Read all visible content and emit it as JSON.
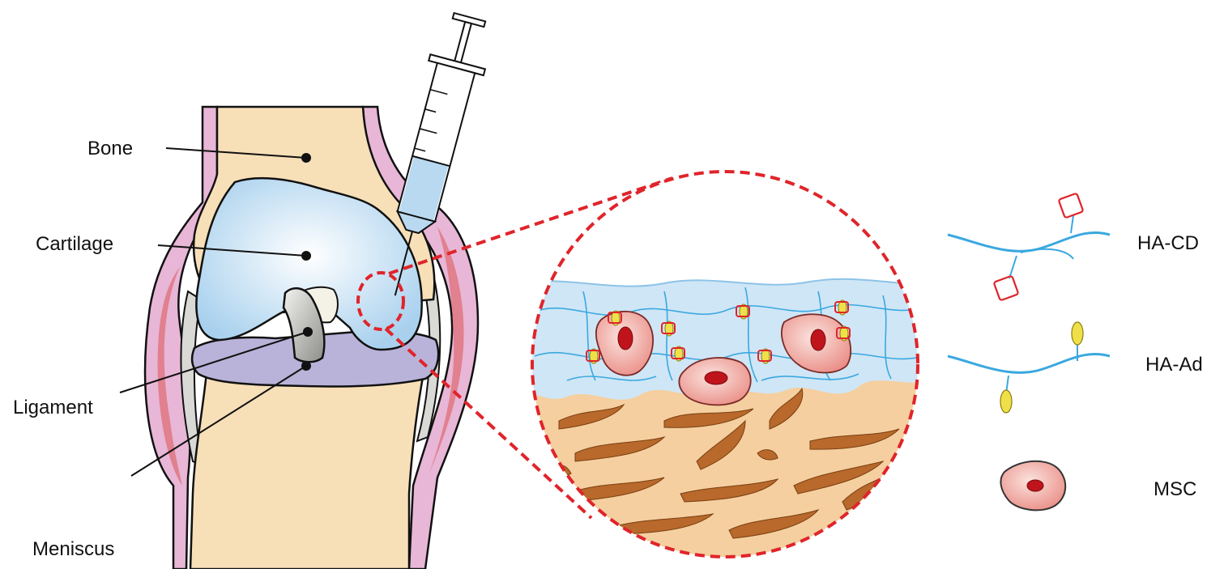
{
  "labels": {
    "bone": "Bone",
    "cartilage": "Cartilage",
    "ligament": "Ligament",
    "meniscus": "Meniscus"
  },
  "legend": {
    "ha_cd": "HA-CD",
    "ha_ad": "HA-Ad",
    "msc": "MSC"
  },
  "colors": {
    "bone": "#f7dfb8",
    "cartilage": "#c5e0f3",
    "meniscus": "#b9b3d9",
    "synovium": "#e8b6d6",
    "capsule_red": "#e07a86",
    "cd_red": "#e0242a",
    "ad_yellow": "#efe04a",
    "cell_pink": "#f2a7a0",
    "nucleus": "#c0141c",
    "zoom_dash": "#e0242a",
    "polymer_blue": "#3aa8e0",
    "subchondral_brown": "#b8692b"
  }
}
